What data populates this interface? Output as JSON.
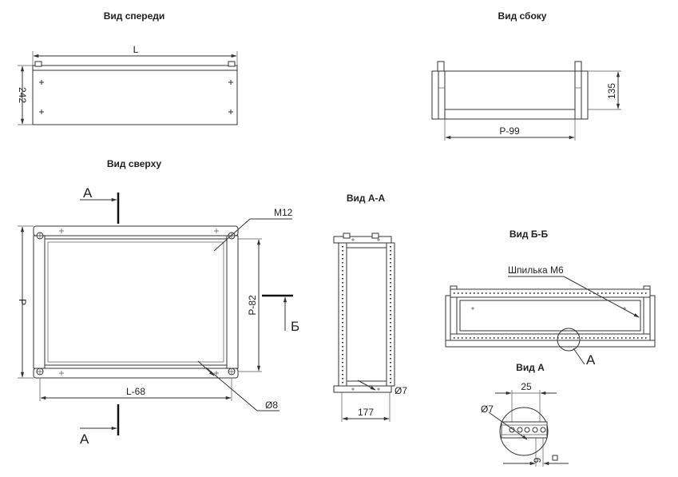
{
  "views": {
    "front": "Вид спереди",
    "side": "Вид сбоку",
    "top": "Вид сверху",
    "section_aa": "Вид А-А",
    "section_bb": "Вид Б-Б",
    "detail_a": "Вид А"
  },
  "dims": {
    "front_length": "L",
    "front_height": "242",
    "side_height": "135",
    "side_width": "P-99",
    "top_depth": "P",
    "top_inner_depth": "P-82",
    "top_inner_length": "L-68",
    "thread": "M12",
    "hole_top": "Ø8",
    "aa_width": "177",
    "aa_hole": "Ø7",
    "bb_stud": "Шпилька М6",
    "detail_width": "25",
    "detail_hole": "Ø7",
    "detail_offset": "9"
  },
  "markers": {
    "section_a": "А",
    "section_b": "Б"
  }
}
